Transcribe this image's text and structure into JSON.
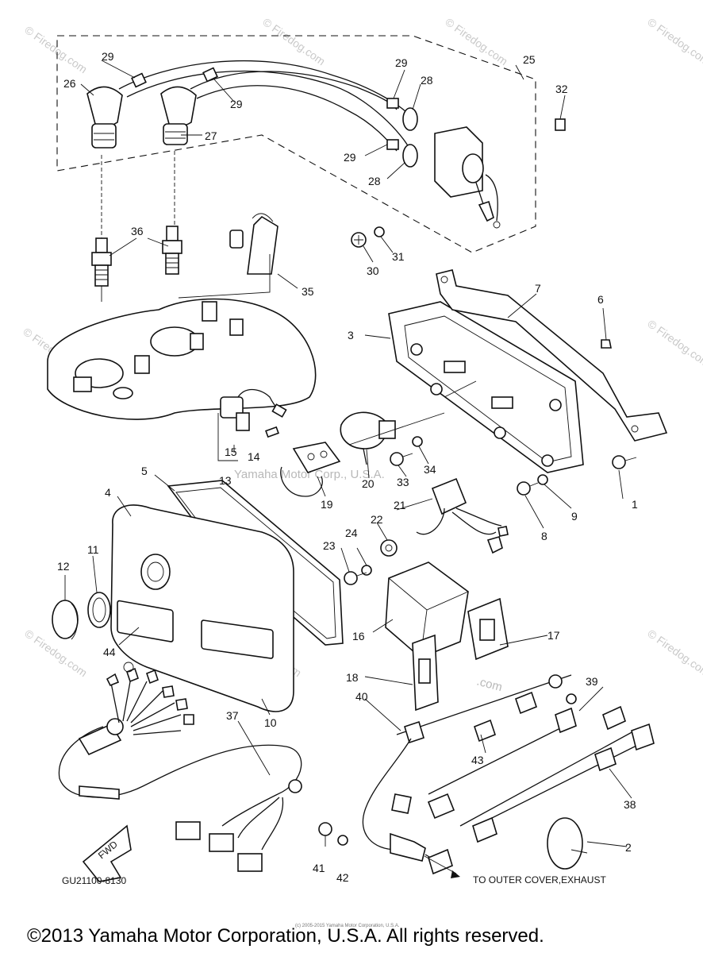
{
  "callouts": [
    "1",
    "2",
    "3",
    "4",
    "5",
    "6",
    "7",
    "8",
    "9",
    "10",
    "11",
    "12",
    "13",
    "14",
    "15",
    "16",
    "17",
    "18",
    "19",
    "20",
    "21",
    "22",
    "23",
    "24",
    "25",
    "26",
    "27",
    "28",
    "29",
    "30",
    "31",
    "32",
    "33",
    "34",
    "35",
    "36",
    "37",
    "38",
    "39",
    "40",
    "41",
    "42",
    "43",
    "44"
  ],
  "repeat_callouts": {
    "c28b": "28",
    "c29b": "29",
    "c29c": "29",
    "c29d": "29"
  },
  "drawing_code": "GU21100-8130",
  "note_outer_cover": "TO OUTER COVER,EXHAUST",
  "fwd_label": "FWD",
  "watermarks": {
    "firedog": "© Firedog.com",
    "yamaha_center": "Yamaha Motor Corp., U.S.A.",
    "firedog_dot": "Firedog.com",
    "com": ".com"
  },
  "fine_print": "(c) 2005-2015 Yamaha Motor Corporation, U.S.A.",
  "copyright": "©2013 Yamaha Motor Corporation, U.S.A. All rights reserved."
}
